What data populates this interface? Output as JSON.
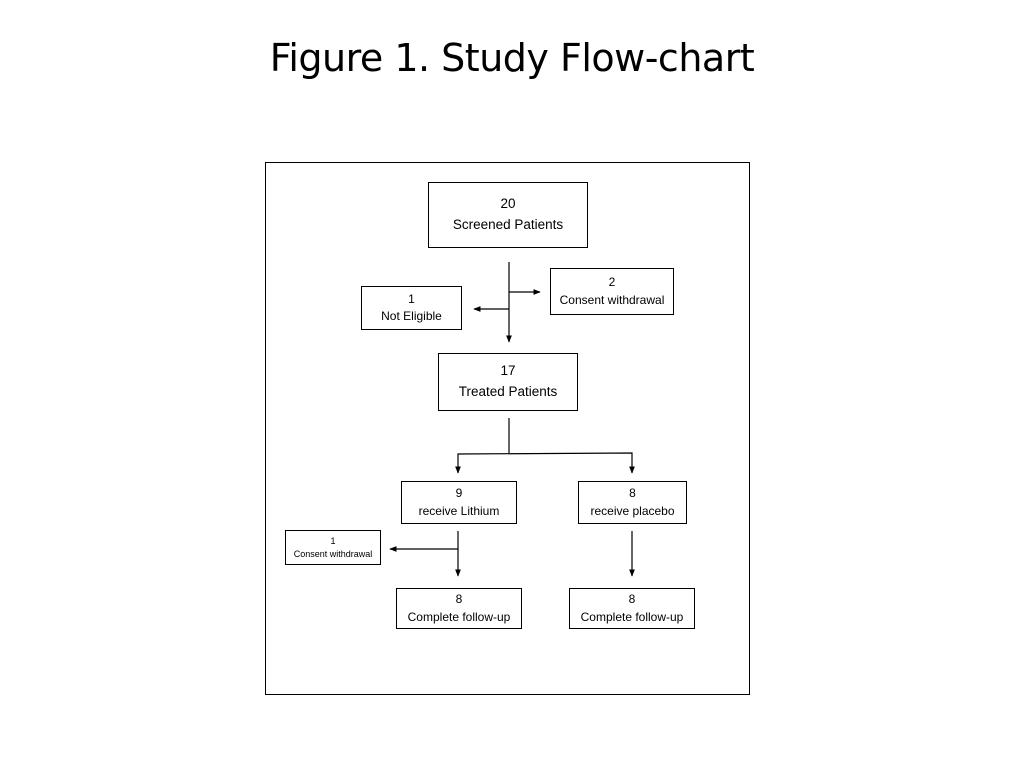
{
  "title": "Figure 1. Study Flow-chart",
  "flow": {
    "screened": {
      "count": "20",
      "label": "Screened Patients"
    },
    "consent_withdrawal_1": {
      "count": "2",
      "label": "Consent withdrawal"
    },
    "not_eligible": {
      "count": "1",
      "label": "Not Eligible"
    },
    "treated": {
      "count": "17",
      "label": "Treated Patients"
    },
    "lithium": {
      "count": "9",
      "label": "receive Lithium"
    },
    "placebo": {
      "count": "8",
      "label": "receive placebo"
    },
    "consent_withdrawal_2": {
      "count": "1",
      "label": "Consent withdrawal"
    },
    "lithium_followup": {
      "count": "8",
      "label": "Complete follow-up"
    },
    "placebo_followup": {
      "count": "8",
      "label": "Complete follow-up"
    }
  }
}
